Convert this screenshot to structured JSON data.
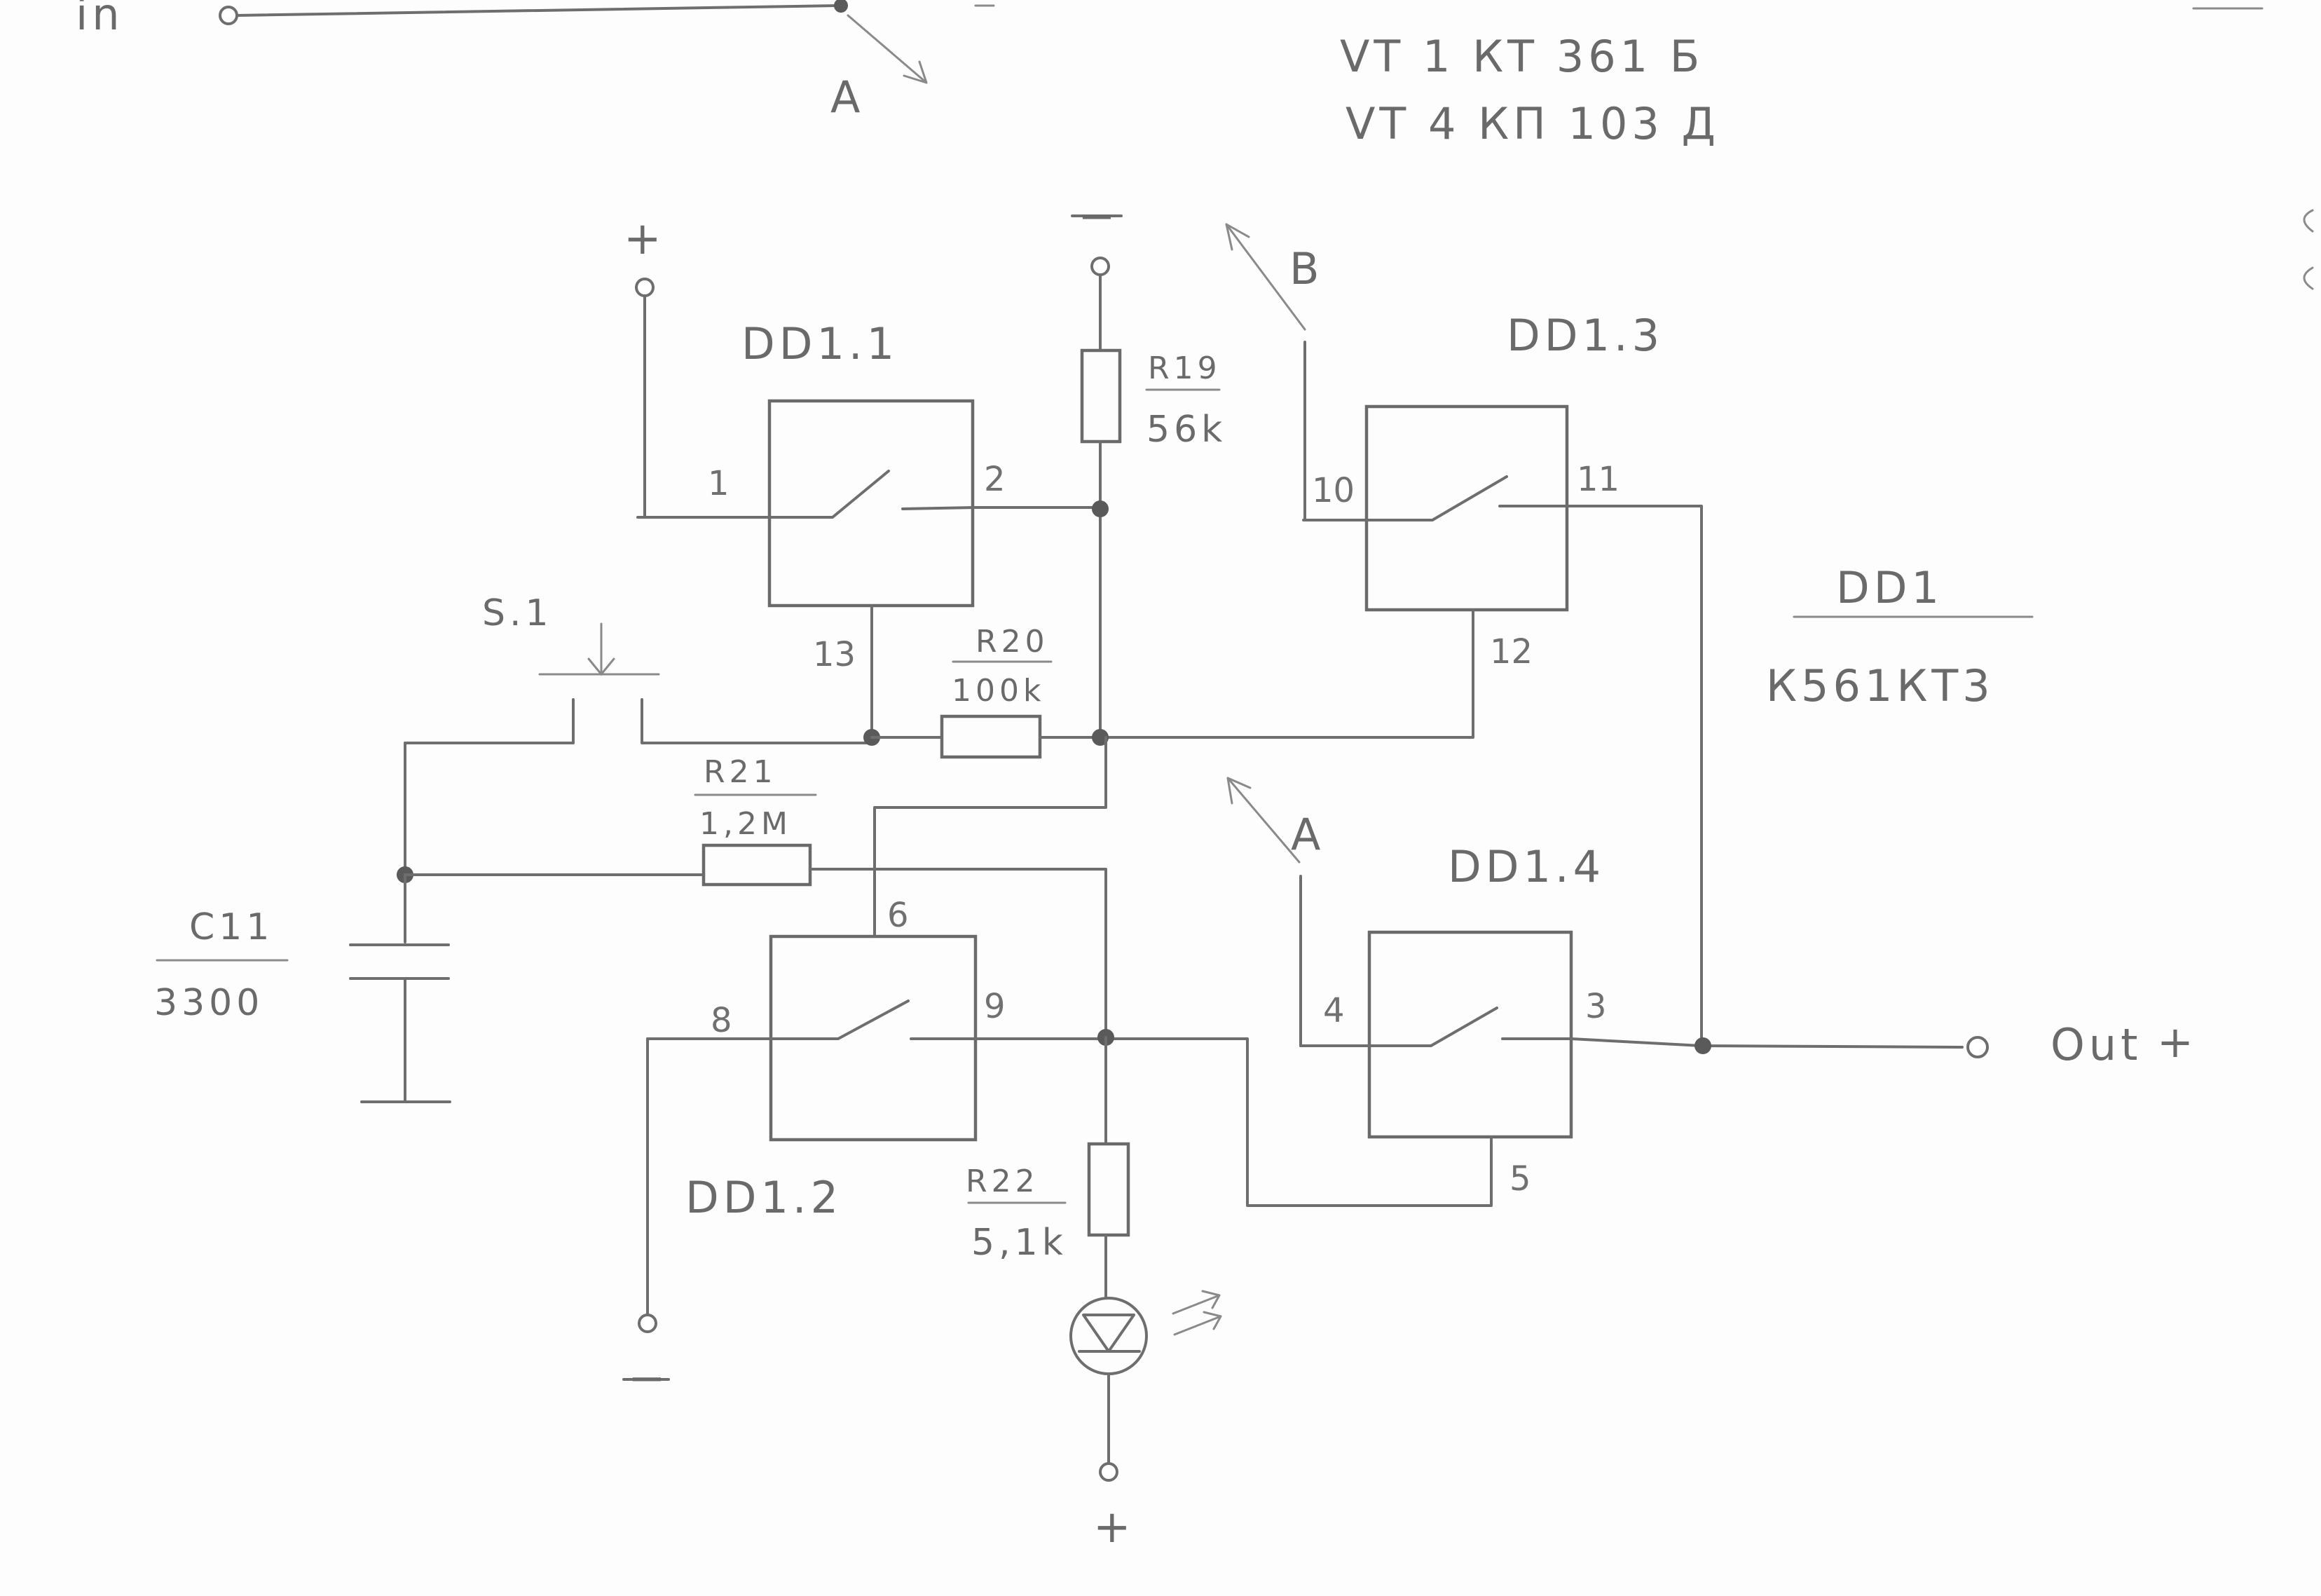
{
  "header": {
    "input_label": "in",
    "parts": [
      "VT 1  КТ 361 Б",
      "VT 4  КП 103 Д"
    ],
    "arrow_a_top": "A"
  },
  "chip": {
    "name": "DD1",
    "type": "К561КТ3"
  },
  "switches": [
    {
      "name": "DD1.1",
      "pin_in": "1",
      "pin_out": "2",
      "pin_ctrl": "13"
    },
    {
      "name": "DD1.2",
      "pin_in": "8",
      "pin_out": "9",
      "pin_ctrl": "6"
    },
    {
      "name": "DD1.3",
      "pin_in": "10",
      "pin_out": "11",
      "pin_ctrl": "12"
    },
    {
      "name": "DD1.4",
      "pin_in": "4",
      "pin_out": "3",
      "pin_ctrl": "5"
    }
  ],
  "components": {
    "r19": {
      "ref": "R19",
      "value": "56k"
    },
    "r20": {
      "ref": "R20",
      "value": "100k"
    },
    "r21": {
      "ref": "R21",
      "value": "1,2M"
    },
    "r22": {
      "ref": "R22",
      "value": "5,1k"
    },
    "c11": {
      "ref": "C11",
      "value": "3300"
    },
    "s1": {
      "ref": "S.1"
    }
  },
  "signals": {
    "b": "B",
    "a": "A",
    "out": "Out"
  },
  "terminals": {
    "plus_top": "+",
    "minus_top": "−",
    "minus_bottom": "−",
    "plus_bottom": "+"
  }
}
